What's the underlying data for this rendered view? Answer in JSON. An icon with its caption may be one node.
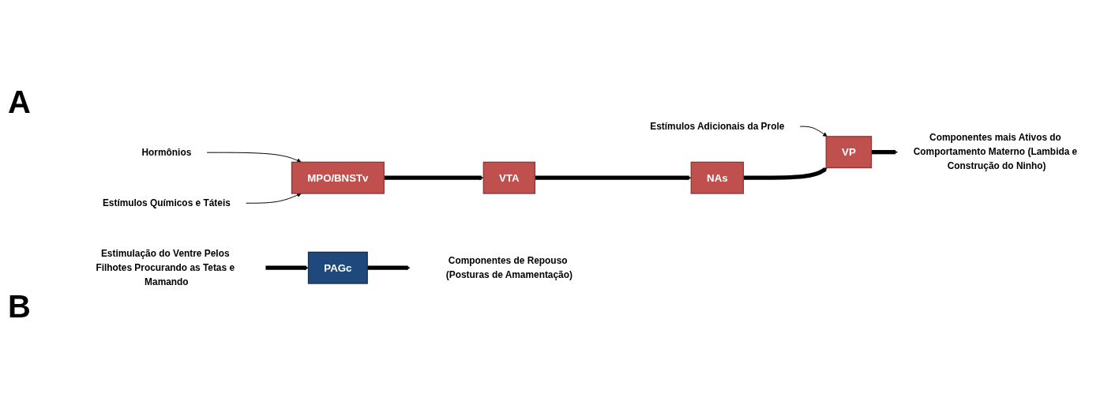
{
  "diagram": {
    "nodes": [
      {
        "text": [
          "Hormônios"
        ]
      },
      {
        "text": [
          "Estímulos Químicos e Táteis"
        ]
      },
      {
        "text": [
          "Estímulos Adicionais da Prole"
        ]
      },
      {
        "text": [
          "MPO/BNSTv"
        ]
      },
      {
        "text": [
          "VTA"
        ]
      },
      {
        "text": [
          "NAs"
        ]
      },
      {
        "text": [
          "VP"
        ]
      },
      {
        "text": [
          "Componentes mais Ativos do Comportamento Materno (Lambida e Construção do Ninho)"
        ]
      },
      {
        "text": [
          "Estimulação do Ventre Pelos Filhotes Procurando as Tetas e Mamando"
        ]
      },
      {
        "text": [
          "PAGc"
        ]
      },
      {
        "text": [
          "Componentes de Repouso (Posturas de Amamentação)"
        ]
      }
    ],
    "edges": [
      {
        "from": 0,
        "to": 3,
        "arrow": "to"
      },
      {
        "from": 1,
        "to": 3,
        "arrow": "to"
      },
      {
        "from": 2,
        "to": 6,
        "arrow": "to"
      },
      {
        "from": 3,
        "to": 4,
        "arrow": "to"
      },
      {
        "from": 4,
        "to": 5,
        "arrow": "to"
      },
      {
        "from": 5,
        "to": 6,
        "arrow": "to"
      },
      {
        "from": 6,
        "to": 7,
        "arrow": "to"
      },
      {
        "from": 8,
        "to": 9,
        "arrow": "to"
      },
      {
        "from": 9,
        "to": 10,
        "arrow": "to"
      }
    ],
    "labels": [
      "A",
      "B"
    ]
  }
}
